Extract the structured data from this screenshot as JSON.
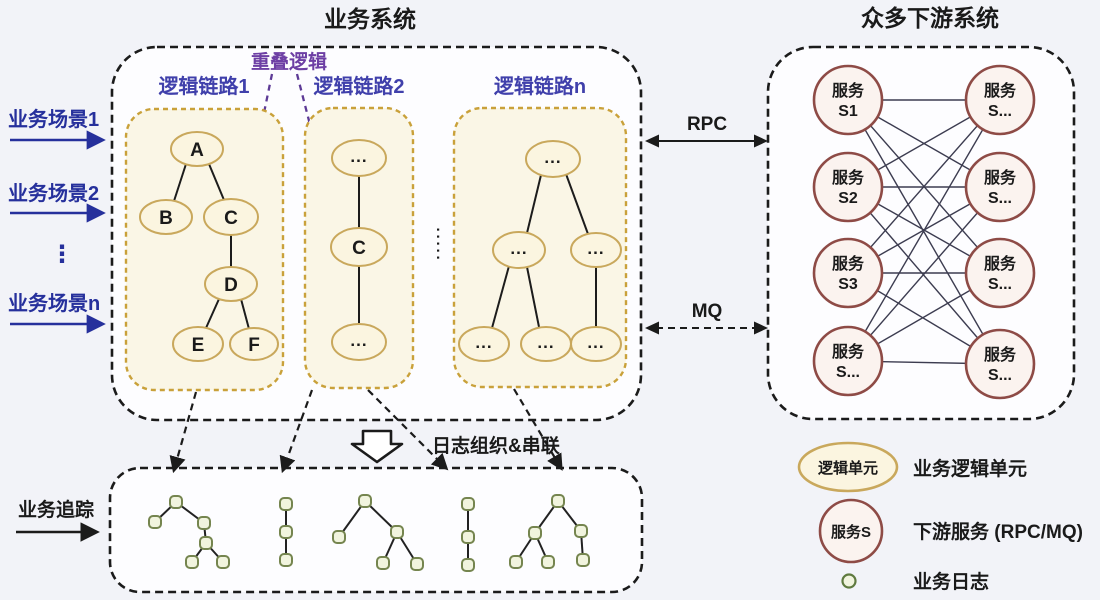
{
  "titles": {
    "business_system": "业务系统",
    "downstream_systems": "众多下游系统"
  },
  "scenarios": {
    "item1": "业务场景1",
    "item2": "业务场景2",
    "ellipsis": "⋮",
    "itemn": "业务场景n"
  },
  "business_box": {
    "overlap_label": "重叠逻辑",
    "more_chains": "·····",
    "chain1": {
      "label": "逻辑链路1",
      "nodes": [
        "A",
        "B",
        "C",
        "D",
        "E",
        "F"
      ]
    },
    "chain2": {
      "label": "逻辑链路2",
      "nodes": [
        "...",
        "C",
        "..."
      ]
    },
    "chainn": {
      "label": "逻辑链路n",
      "nodes": [
        "...",
        "...",
        "...",
        "...",
        "...",
        "..."
      ]
    }
  },
  "connections": {
    "rpc": "RPC",
    "mq": "MQ"
  },
  "downstream": {
    "left": [
      {
        "t": "服务",
        "s": "S1"
      },
      {
        "t": "服务",
        "s": "S2"
      },
      {
        "t": "服务",
        "s": "S3"
      },
      {
        "t": "服务",
        "s": "S..."
      }
    ],
    "right": [
      {
        "t": "服务",
        "s": "S..."
      },
      {
        "t": "服务",
        "s": "S..."
      },
      {
        "t": "服务",
        "s": "S..."
      },
      {
        "t": "服务",
        "s": "S..."
      }
    ]
  },
  "log_flow": {
    "label": "日志组织&串联"
  },
  "trace": {
    "label": "业务追踪"
  },
  "legend": {
    "logic_unit": {
      "symbol": "逻辑单元",
      "desc": "业务逻辑单元"
    },
    "service": {
      "symbol": "服务S",
      "desc": "下游服务 (RPC/MQ)"
    },
    "log": {
      "desc": "业务日志"
    }
  },
  "colors": {
    "background": "#f2f3f8",
    "box_stroke": "#1b1b1b",
    "chain_box_stroke": "#c9a13a",
    "chain_box_fill": "#faf6e6",
    "logic_node_stroke": "#c9a85c",
    "logic_node_fill": "#fbf5e0",
    "scenario_blue": "#26309c",
    "chain_label_indigo": "#4040ab",
    "overlap_purple": "#6d3fa4",
    "service_stroke": "#8e4b46",
    "service_fill": "#fbf3ef",
    "log_node_stroke": "#75854f",
    "log_node_fill": "#f1f4de"
  }
}
